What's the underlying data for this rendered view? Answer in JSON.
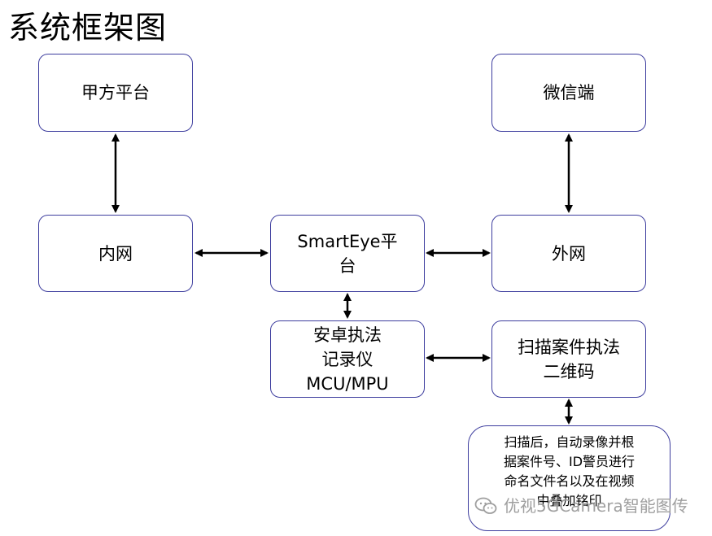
{
  "title": "系统框架图",
  "nodes": {
    "party_a_platform": "甲方平台",
    "wechat_end": "微信端",
    "intranet": "内网",
    "smarteye_platform": "SmartEye平\n台",
    "extranet": "外网",
    "recorder": "安卓执法\n记录仪\nMCU/MPU",
    "scan_qr": "扫描案件执法\n二维码",
    "note": "扫描后，自动录像并根\n据案件号、ID警员进行\n命名文件名以及在视频\n中叠加铭印"
  },
  "watermark": {
    "text": "优视5GCamera智能图传",
    "icon": "wechat-icon"
  },
  "colors": {
    "border": "#3d3d9e",
    "arrow": "#000000",
    "watermark": "#9a9a9a"
  }
}
